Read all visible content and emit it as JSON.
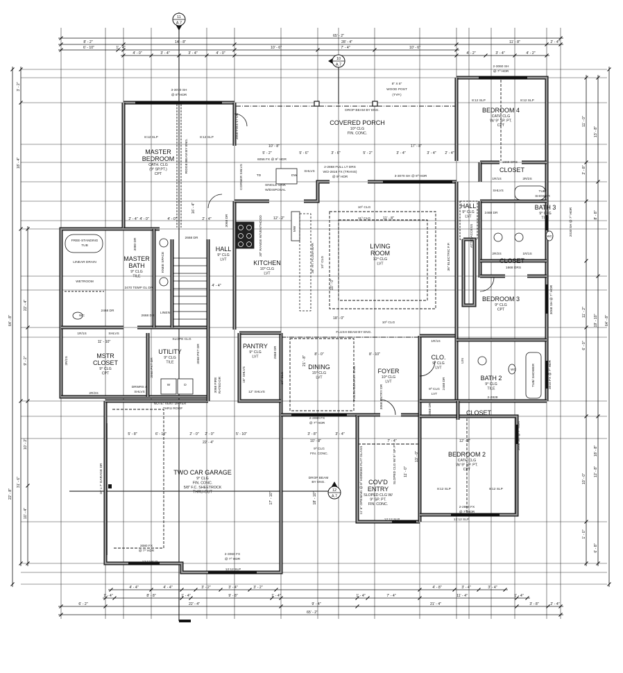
{
  "sheet": {
    "rooms": [
      {
        "name": [
          "MASTER",
          "BEDROOM"
        ],
        "lines": [
          "CATH. CLG",
          "(9⁰ SP.PT.)",
          "CPT"
        ]
      },
      {
        "name": [
          "COVERED PORCH"
        ],
        "lines": [
          "10⁰ CLG",
          "FIN. CONC."
        ]
      },
      {
        "name": [
          "BEDROOM 4"
        ],
        "lines": [
          "CATH CLG",
          "W/ 9⁰ SP. PT.",
          "CPT"
        ]
      },
      {
        "name": [
          "CLOSET"
        ],
        "lines": []
      },
      {
        "name": [
          "HALL"
        ],
        "lines": [
          "9⁰ CLG",
          "LVT"
        ]
      },
      {
        "name": [
          "BATH 3"
        ],
        "lines": [
          "9⁰ CLG",
          "TILE"
        ]
      },
      {
        "name": [
          "MASTER",
          "BATH"
        ],
        "lines": [
          "9⁰ CLG",
          "TILE"
        ]
      },
      {
        "name": [
          "HALL"
        ],
        "lines": [
          "9⁰ CLG",
          "LVT"
        ]
      },
      {
        "name": [
          "KITCHEN"
        ],
        "lines": [
          "10⁰ CLG",
          "LVT"
        ]
      },
      {
        "name": [
          "LIVING",
          "ROOM"
        ],
        "lines": [
          "12⁰ CLG",
          "LVT"
        ]
      },
      {
        "name": [
          "CLOSET"
        ],
        "lines": []
      },
      {
        "name": [
          "BEDROOM 3"
        ],
        "lines": [
          "9⁰ CLG",
          "CPT"
        ]
      },
      {
        "name": [
          "MSTR",
          "CLOSET"
        ],
        "lines": [
          "9⁰ CLG",
          "CPT"
        ]
      },
      {
        "name": [
          "UTILITY"
        ],
        "lines": [
          "9⁰ CLG",
          "TILE"
        ]
      },
      {
        "name": [
          "PANTRY"
        ],
        "lines": [
          "9⁰ CLG",
          "LVT"
        ]
      },
      {
        "name": [
          "DINING"
        ],
        "lines": [
          "15⁰ CLG",
          "LVT"
        ]
      },
      {
        "name": [
          "FOYER"
        ],
        "lines": [
          "10⁰ CLG",
          "LVT"
        ]
      },
      {
        "name": [
          "CLO."
        ],
        "lines": [
          "9⁰ CLG",
          "LVT"
        ]
      },
      {
        "name": [
          "BATH 2"
        ],
        "lines": [
          "9⁰ CLG",
          "TILE"
        ]
      },
      {
        "name": [
          "CLOSET"
        ],
        "lines": []
      },
      {
        "name": [
          "TWO CAR GARAGE"
        ],
        "lines": [
          "9⁰ CLG",
          "FIN. CONC.",
          "5/8\" F.C. SHEETROCK",
          "THRU-OUT"
        ]
      },
      {
        "name": [
          "BEDROOM 2"
        ],
        "lines": [
          "CATH CLG",
          "W/ 9⁰ SP. PT.",
          "CPT"
        ]
      },
      {
        "name": [
          "COV'D",
          "ENTRY"
        ],
        "lines": [
          "SLOPED CLG W/",
          "9⁰ SP. PT.",
          "FIN. CONC."
        ]
      }
    ],
    "annotations": [
      "3-3070 SH",
      "@ 8⁰ HDR",
      "8\" X 8\"",
      "WOOD POST",
      "(TYP.)",
      "2-3060 SH",
      "@ 7⁰ HDR",
      "DROP BEAM BY ENG.",
      "8:12 SLP",
      "8:12 SLP",
      "8:12 SLP",
      "8:12 SLP",
      "8:12 SLP",
      "8:12 SLP",
      "RIDGE BEAM BY ENG.",
      "3068 FULL LT DR",
      "6056 FX @ 9⁰ HDR",
      "CORNER SHLVS",
      "TD",
      "DW",
      "SHLVS",
      "SINGLE SINK",
      "W/DISPOSAL",
      "2-2868 FULL LT DRS",
      "W/2-2816 FX (TRANS)",
      "@ 9⁰ HDR",
      "3-3070 SH @ 9⁰ HDR",
      "10⁰ CLG",
      "11⁰ CLG",
      "30\" RANGE W/VENTHOOD",
      "MW",
      "36\" HT. FLUSH BAR",
      "10⁰ CLG",
      "3068 DR",
      "2668 DR",
      "3080 DR",
      "KNEE SPACE",
      "FREE-STANDING",
      "TUB",
      "LINEAR DRAIN",
      "WETROOM",
      "2470 TEMP GL DR",
      "2468 DR",
      "2668 DR",
      "LINEN",
      "1R/1S",
      "SHLVS",
      "2R/2S",
      "2R/2S",
      "DRWRS &",
      "SHLVS",
      "SLOPE CLG",
      "3068 PKT DR",
      "3068 PKT DR",
      "3068 FIRE",
      "RATED DR",
      "W",
      "D",
      "NOTE:",
      "VENT DRYER",
      "THRU ROOF",
      "16\" SHLVS",
      "12\" SHLVS",
      "2868 DR",
      "FLUSH BEAM BY ENG.",
      "10⁰ CLG",
      "FLUSH BEAM BY ENG.",
      "10⁰ CLG",
      "2-3060 FX",
      "@ 7⁰ HDR",
      "3068 ENTRY DR",
      "2468 DR",
      "2868 DR",
      "1R/1S",
      "2-2828",
      "LIN",
      "TUB/ SHOWER",
      "1668 DRS",
      "1R/1S",
      "2R/2S",
      "SHLVS",
      "TUB/",
      "SHOWER",
      "2468 DR",
      "WC",
      "2R/2S",
      "1R/1S",
      "1668 DRS",
      "36\" ELECTRIC F.P.",
      "ATTIC ACCESS",
      "3068 SH @ 7⁰ HDR",
      "2030 SH @ 7⁰ HDR",
      "3016 FX @ 7⁰ HDR",
      "3068 SH @ 7⁰ HDR",
      "2-2868 FX",
      "@ 7⁰ HDR",
      "12:12 SLP",
      "12:12 SLP",
      "SLOPED CLG W/ 9⁰ SP. PT.",
      "DROP BEAM",
      "BY ENG.",
      "9⁰ CLG",
      "FIN. CONC.",
      "11' 6\" OPENING @ 8⁰ HDR",
      "3080 FLAT GLASS",
      "16' x 7' GARAGE DR",
      "3080 FX",
      "@ 7⁰ HDR",
      "2-3060 FX",
      "@ 7⁰ HDR",
      "12:12 SLP",
      "12:12 SLP",
      "9⁰ CLG",
      "LVT",
      "WC",
      "WC"
    ],
    "dimensions": [
      "65' - 2\"",
      "8' - 2\"",
      "14' - 8\"",
      "28' - 4\"",
      "11' - 8\"",
      "2' - 4\"",
      "6' - 10\"",
      "1' - 4\"",
      "10' - 6\"",
      "7' - 4\"",
      "10' - 6\"",
      "4' - 0\"",
      "3' - 4\"",
      "3' - 4\"",
      "4' - 0\"",
      "4' - 2\"",
      "3' - 4\"",
      "4' - 2\"",
      "10' - 8\"",
      "17' - 8\"",
      "5' - 2\"",
      "5' - 6\"",
      "3' - 6\"",
      "5' - 2\"",
      "3' - 4\"",
      "3' - 4\"",
      "2' - 4\"",
      "12' - 2\"",
      "2' - 4\"",
      "4' - 0\"",
      "4' - 0\"",
      "2' - 4\"",
      "4' - 4\"",
      "11' - 8\"",
      "11' - 10\"",
      "18' - 0\"",
      "8' - 0\"",
      "8' - 10\"",
      "5' - 8\"",
      "6' - 10\"",
      "2' - 0\"",
      "2' - 0\"",
      "5' - 10\"",
      "22' - 4\"",
      "3' - 8\"",
      "3' - 4\"",
      "10' - 8\"",
      "7' - 4\"",
      "12' - 8\"",
      "4' - 4\"",
      "4' - 4\"",
      "3' - 2\"",
      "3' - 4\"",
      "3' - 2\"",
      "4' - 8\"",
      "3' - 4\"",
      "3' - 4\"",
      "1' - 4\"",
      "8' - 8\"",
      "1' - 4\"",
      "9' - 8\"",
      "1' - 4\"",
      "1' - 4\"",
      "7' - 4\"",
      "11' - 4\"",
      "1' - 4\"",
      "6' - 2\"",
      "22' - 4\"",
      "9' - 4\"",
      "21' - 4\"",
      "3' - 8\"",
      "2' - 4\"",
      "65' - 2\"",
      "3' - 2\"",
      "18' - 4\"",
      "22' - 4\"",
      "64' - 8\"",
      "9' - 2\"",
      "10' - 2\"",
      "31' - 6\"",
      "22' - 8\"",
      "10' - 4\"",
      "11' - 0\"",
      "13' - 8\"",
      "2' - 8\"",
      "8' - 8\"",
      "19' - 10\"",
      "64' - 8\"",
      "11' - 2\"",
      "6' - 0\"",
      "10' - 0\"",
      "12' - 8\"",
      "18' - 8\"",
      "6' - 8\"",
      "1' - 0\"",
      "17' - 10\"",
      "18' - 10\"",
      "13' - 0\"",
      "11' - 0\"",
      "21' - 8\"",
      "10' - 0\"",
      "16' - 4\""
    ],
    "section_markers": [
      {
        "number": "11",
        "sheet": "A.7"
      },
      {
        "number": "10",
        "sheet": "A.7"
      },
      {
        "number": "12",
        "sheet": "A.7"
      }
    ]
  }
}
